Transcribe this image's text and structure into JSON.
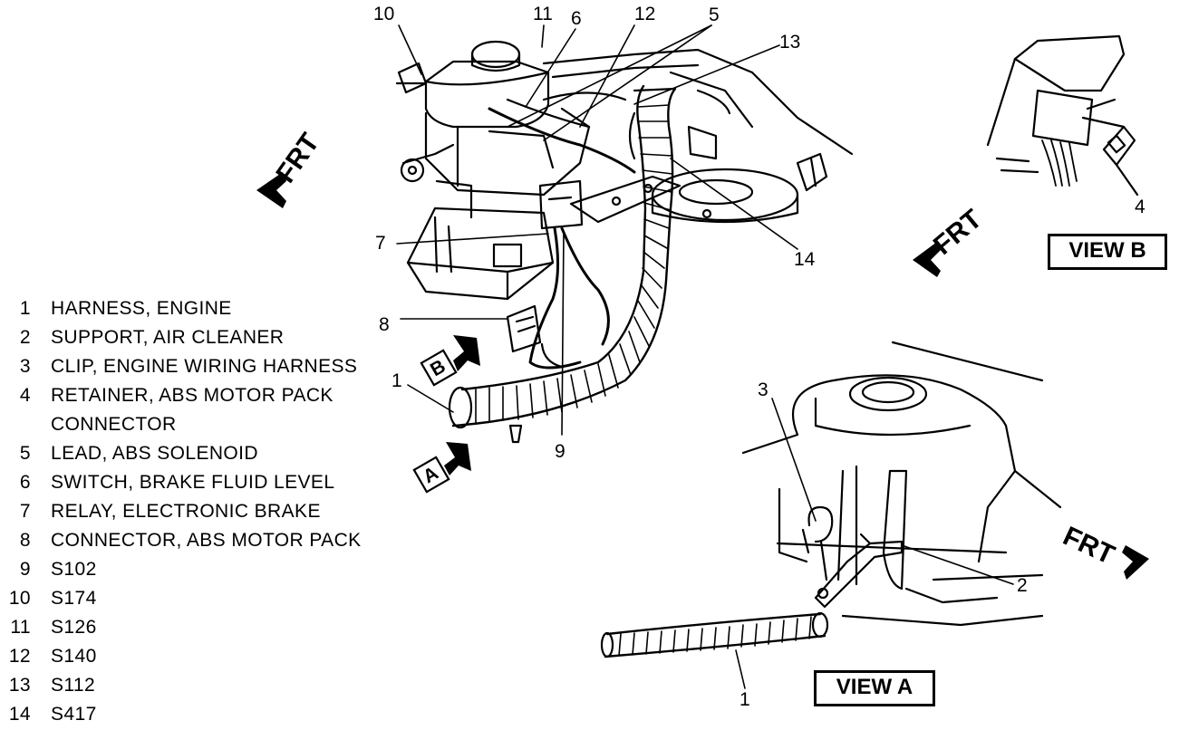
{
  "legend": [
    {
      "num": "1",
      "text": "HARNESS, ENGINE"
    },
    {
      "num": "2",
      "text": "SUPPORT, AIR CLEANER"
    },
    {
      "num": "3",
      "text": "CLIP, ENGINE WIRING HARNESS"
    },
    {
      "num": "4",
      "text": "RETAINER, ABS MOTOR PACK"
    },
    {
      "num": "",
      "text": "CONNECTOR"
    },
    {
      "num": "5",
      "text": "LEAD, ABS SOLENOID"
    },
    {
      "num": "6",
      "text": "SWITCH, BRAKE FLUID LEVEL"
    },
    {
      "num": "7",
      "text": "RELAY, ELECTRONIC BRAKE"
    },
    {
      "num": "8",
      "text": "CONNECTOR, ABS MOTOR PACK"
    },
    {
      "num": "9",
      "text": "S102"
    },
    {
      "num": "10",
      "text": "S174"
    },
    {
      "num": "11",
      "text": "S126"
    },
    {
      "num": "12",
      "text": "S140"
    },
    {
      "num": "13",
      "text": "S112"
    },
    {
      "num": "14",
      "text": "S417"
    }
  ],
  "callouts": {
    "c10": "10",
    "c11": "11",
    "c6": "6",
    "c12": "12",
    "c5": "5",
    "c13": "13",
    "c7": "7",
    "c14": "14",
    "c8": "8",
    "c1_main": "1",
    "c9": "9",
    "c4_viewb": "4",
    "c3_viewa": "3",
    "c2_viewa": "2",
    "c1_viewa": "1"
  },
  "view_labels": {
    "view_a": "VIEW A",
    "view_b": "VIEW B",
    "arrow_a": "A",
    "arrow_b": "B"
  },
  "frt": {
    "main": "FRT",
    "view_b": "FRT",
    "view_a": "FRT"
  },
  "icons": [
    "front-direction-arrow-icon",
    "view-marker-arrow-icon"
  ]
}
